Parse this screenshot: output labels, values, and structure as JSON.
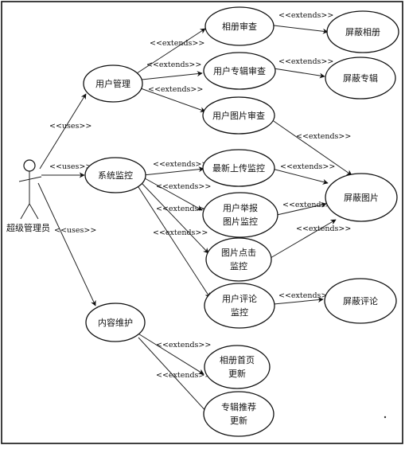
{
  "actor": {
    "name": "超级管理员"
  },
  "uses_label": "<<uses>>",
  "extends_label": "<<extends>>",
  "use_cases": {
    "user_mgmt": [
      "用户管理"
    ],
    "system_monitor": [
      "系统监控"
    ],
    "content_maint": [
      "内容维护"
    ],
    "album_review": [
      "相册审查"
    ],
    "special_review": [
      "用户专辑审查"
    ],
    "photo_review": [
      "用户图片审查"
    ],
    "upload_monitor": [
      "最新上传监控"
    ],
    "report_monitor": [
      "用户举报",
      "图片监控"
    ],
    "click_monitor": [
      "图片点击",
      "监控"
    ],
    "comment_monitor": [
      "用户评论",
      "监控"
    ],
    "block_album": [
      "屏蔽相册"
    ],
    "block_special": [
      "屏蔽专辑"
    ],
    "block_photo": [
      "屏蔽图片"
    ],
    "block_comment": [
      "屏蔽评论"
    ],
    "album_home_update": [
      "相册首页",
      "更新"
    ],
    "special_recommend_update": [
      "专辑推荐",
      "更新"
    ]
  }
}
